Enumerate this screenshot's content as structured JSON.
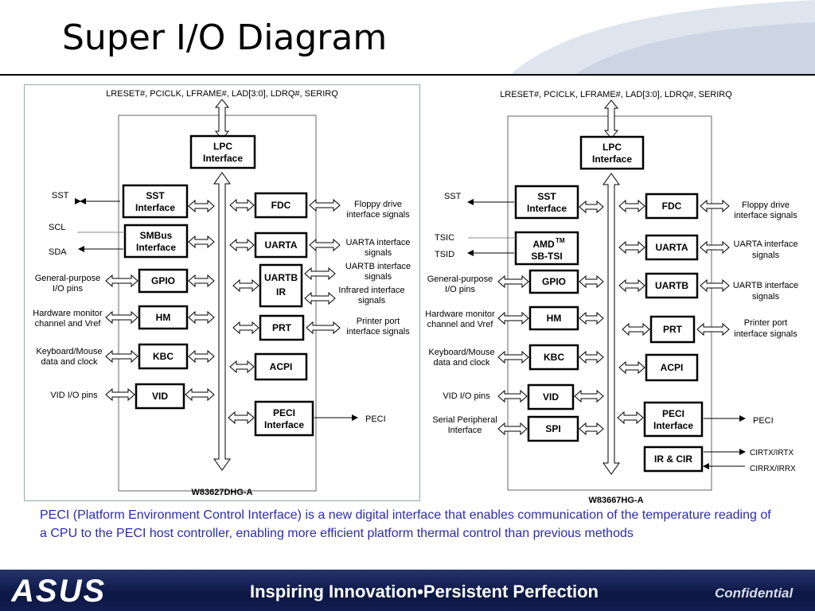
{
  "slide": {
    "title": "Super I/O Diagram",
    "description": "PECI (Platform Environment Control Interface) is a new digital interface that enables communication of the temperature reading of a CPU  to the PECI host controller, enabling more efficient platform thermal control than previous methods",
    "footer_tagline_1": "Inspiring Innovation",
    "footer_separator": "•",
    "footer_tagline_2": "Persistent Perfection",
    "footer_confidential": "Confidential",
    "logo_text": "ASUS"
  },
  "left_diagram": {
    "top_signals": "LRESET#, PCICLK, LFRAME#, LAD[3:0], LDRQ#, SERIRQ",
    "chip": "W83627DHG-A",
    "lpc": [
      "LPC",
      "Interface"
    ],
    "sst": [
      "SST",
      "Interface"
    ],
    "smbus": [
      "SMBus",
      "Interface"
    ],
    "gpio": "GPIO",
    "hm": "HM",
    "kbc": "KBC",
    "vid": "VID",
    "fdc": "FDC",
    "uarta": "UARTA",
    "uartb": [
      "UARTB",
      "IR"
    ],
    "prt": "PRT",
    "acpi": "ACPI",
    "peci": [
      "PECI",
      "Interface"
    ],
    "sig_sst": "SST",
    "sig_scl": "SCL",
    "sig_sda": "SDA",
    "sig_gpio": [
      "General-purpose",
      "I/O pins"
    ],
    "sig_hm": [
      "Hardware monitor",
      "channel and Vref"
    ],
    "sig_kbc": [
      "Keyboard/Mouse",
      "data and clock"
    ],
    "sig_vid": "VID I/O pins",
    "sig_fdc": [
      "Floppy drive",
      "interface signals"
    ],
    "sig_uarta": [
      "UARTA interface",
      "signals"
    ],
    "sig_uartb": [
      "UARTB interface",
      "signals"
    ],
    "sig_ir": [
      "Infrared   interface",
      "signals"
    ],
    "sig_prt": [
      "Printer port",
      "interface signals"
    ],
    "sig_peci": "PECI"
  },
  "right_diagram": {
    "top_signals": "LRESET#, PCICLK, LFRAME#, LAD[3:0], LDRQ#, SERIRQ",
    "chip": "W83667HG-A",
    "lpc": [
      "LPC",
      "Interface"
    ],
    "sst": [
      "SST",
      "Interface"
    ],
    "amd": [
      "AMD",
      "TM",
      "SB-TSI"
    ],
    "gpio": "GPIO",
    "hm": "HM",
    "kbc": "KBC",
    "vid": "VID",
    "spi": "SPI",
    "fdc": "FDC",
    "uarta": "UARTA",
    "uartb": "UARTB",
    "prt": "PRT",
    "acpi": "ACPI",
    "peci": [
      "PECI",
      "Interface"
    ],
    "ircir": "IR & CIR",
    "sig_sst": "SST",
    "sig_tsic": "TSIC",
    "sig_tsid": "TSID",
    "sig_gpio": [
      "General-purpose",
      "I/O pins"
    ],
    "sig_hm": [
      "Hardware monitor",
      "channel and Vref"
    ],
    "sig_kbc": [
      "Keyboard/Mouse",
      "data and clock"
    ],
    "sig_vid": "VID I/O pins",
    "sig_spi": [
      "Serial Peripheral",
      "Interface"
    ],
    "sig_fdc": [
      "Floppy drive",
      "interface signals"
    ],
    "sig_uarta": [
      "UARTA interface",
      "signals"
    ],
    "sig_uartb": [
      "UARTB interface",
      "signals"
    ],
    "sig_prt": [
      "Printer port",
      "interface signals"
    ],
    "sig_peci": "PECI",
    "sig_cirtx": "CIRTX/IRTX",
    "sig_cirrx": "CIRRX/IRRX"
  },
  "colors": {
    "description_text": "#2b2bb3",
    "footer_bg": "#0c1744",
    "footer_text": "#ffffff"
  }
}
